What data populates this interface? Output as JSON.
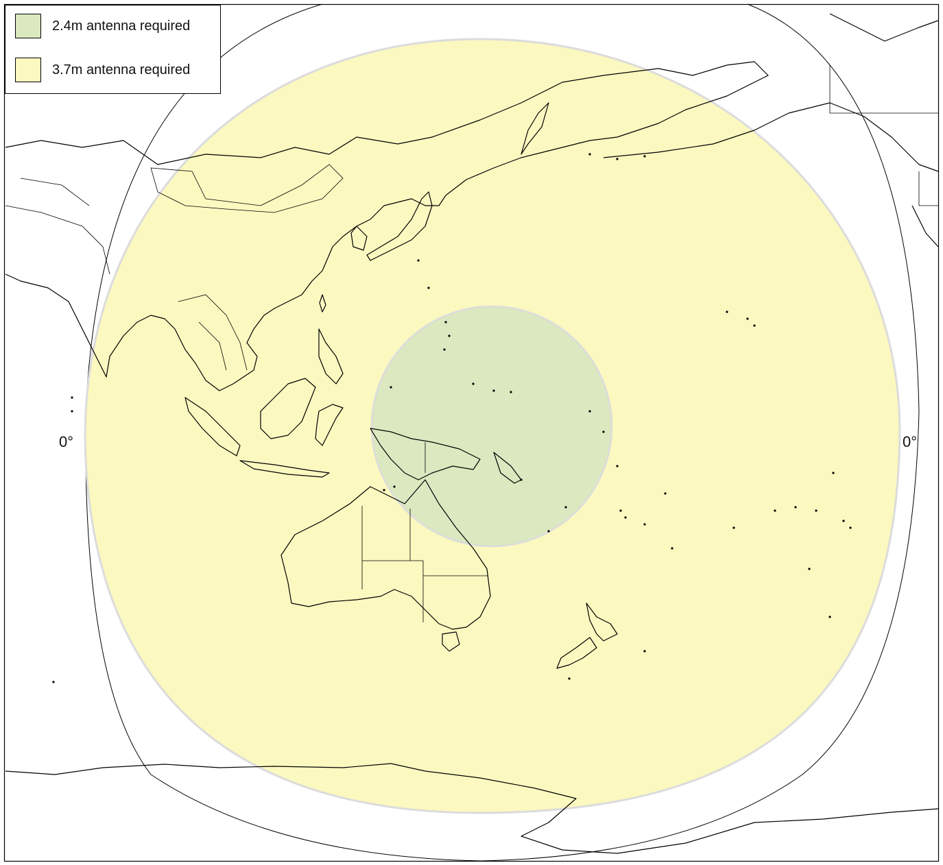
{
  "legend": {
    "items": [
      {
        "label": "2.4m antenna required",
        "color": "#dbe8c0"
      },
      {
        "label": "3.7m antenna required",
        "color": "#fbf8c0"
      }
    ]
  },
  "equator_labels": {
    "left": "0°",
    "right": "0°"
  },
  "colors": {
    "zone_3_7m": "#fbf8c0",
    "zone_2_4m": "#dbe8c0",
    "coastline": "#000000",
    "background": "#ffffff"
  }
}
